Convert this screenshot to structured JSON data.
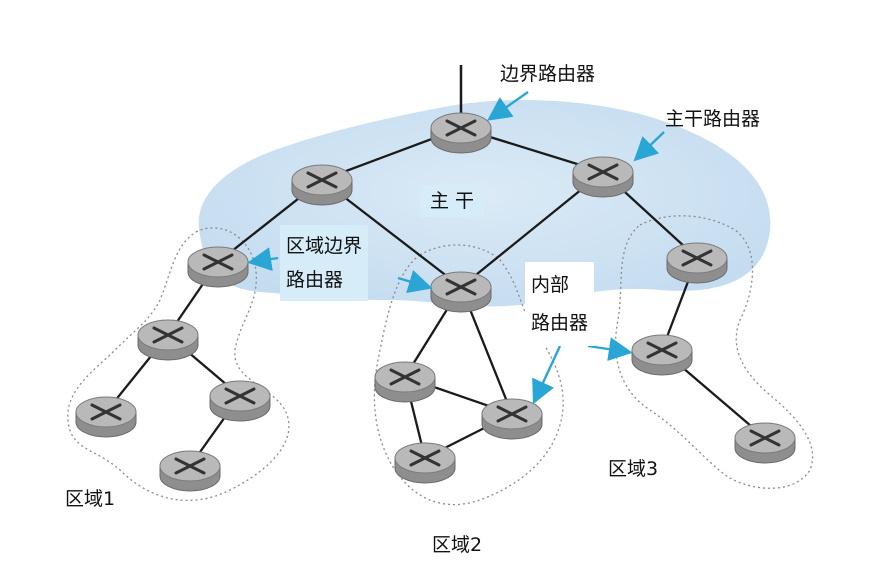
{
  "labels": {
    "border_router": "边界路由器",
    "backbone_router": "主干路由器",
    "backbone": "主 干",
    "area_border_router": [
      "区域边界",
      "路由器"
    ],
    "internal_router": [
      "内部",
      "路由器"
    ],
    "area1": "区域1",
    "area2": "区域2",
    "area3": "区域3"
  },
  "colors": {
    "backbone_fill": "#cfe3f3",
    "label_box": "#d6ecf8",
    "arrow": "#2aa6d6",
    "router_body": "#8e8e8e",
    "router_top": "#b9b9b9",
    "link": "#1a1a1a",
    "area_outline": "#8a8a8a"
  },
  "routers": [
    {
      "id": "border"
    },
    {
      "id": "bb-left"
    },
    {
      "id": "bb-right"
    },
    {
      "id": "a1-border"
    },
    {
      "id": "a1-mid"
    },
    {
      "id": "a1-left"
    },
    {
      "id": "a1-right"
    },
    {
      "id": "a1-bottom"
    },
    {
      "id": "a2-border"
    },
    {
      "id": "a2-left"
    },
    {
      "id": "a2-right"
    },
    {
      "id": "a2-bottom"
    },
    {
      "id": "a3-border"
    },
    {
      "id": "a3-mid"
    },
    {
      "id": "a3-bottom"
    }
  ],
  "links": [
    [
      "border",
      "bb-left"
    ],
    [
      "border",
      "bb-right"
    ],
    [
      "bb-left",
      "a1-border"
    ],
    [
      "bb-left",
      "a2-border"
    ],
    [
      "bb-right",
      "a2-border"
    ],
    [
      "bb-right",
      "a3-border"
    ],
    [
      "a1-border",
      "a1-mid"
    ],
    [
      "a1-mid",
      "a1-left"
    ],
    [
      "a1-mid",
      "a1-right"
    ],
    [
      "a1-right",
      "a1-bottom"
    ],
    [
      "a2-border",
      "a2-left"
    ],
    [
      "a2-border",
      "a2-right"
    ],
    [
      "a2-left",
      "a2-right"
    ],
    [
      "a2-left",
      "a2-bottom"
    ],
    [
      "a2-bottom",
      "a2-right"
    ],
    [
      "a3-border",
      "a3-mid"
    ],
    [
      "a3-mid",
      "a3-bottom"
    ]
  ],
  "arrows": [
    {
      "from": "label-border-router",
      "to": "border"
    },
    {
      "from": "label-backbone-router",
      "to": "bb-right"
    },
    {
      "from": "label-area-border-router",
      "to": "a1-border"
    },
    {
      "from": "label-area-border-router",
      "to": "a2-border"
    },
    {
      "from": "label-internal-router",
      "to": "a2-right"
    },
    {
      "from": "label-internal-router",
      "to": "a3-mid"
    }
  ]
}
